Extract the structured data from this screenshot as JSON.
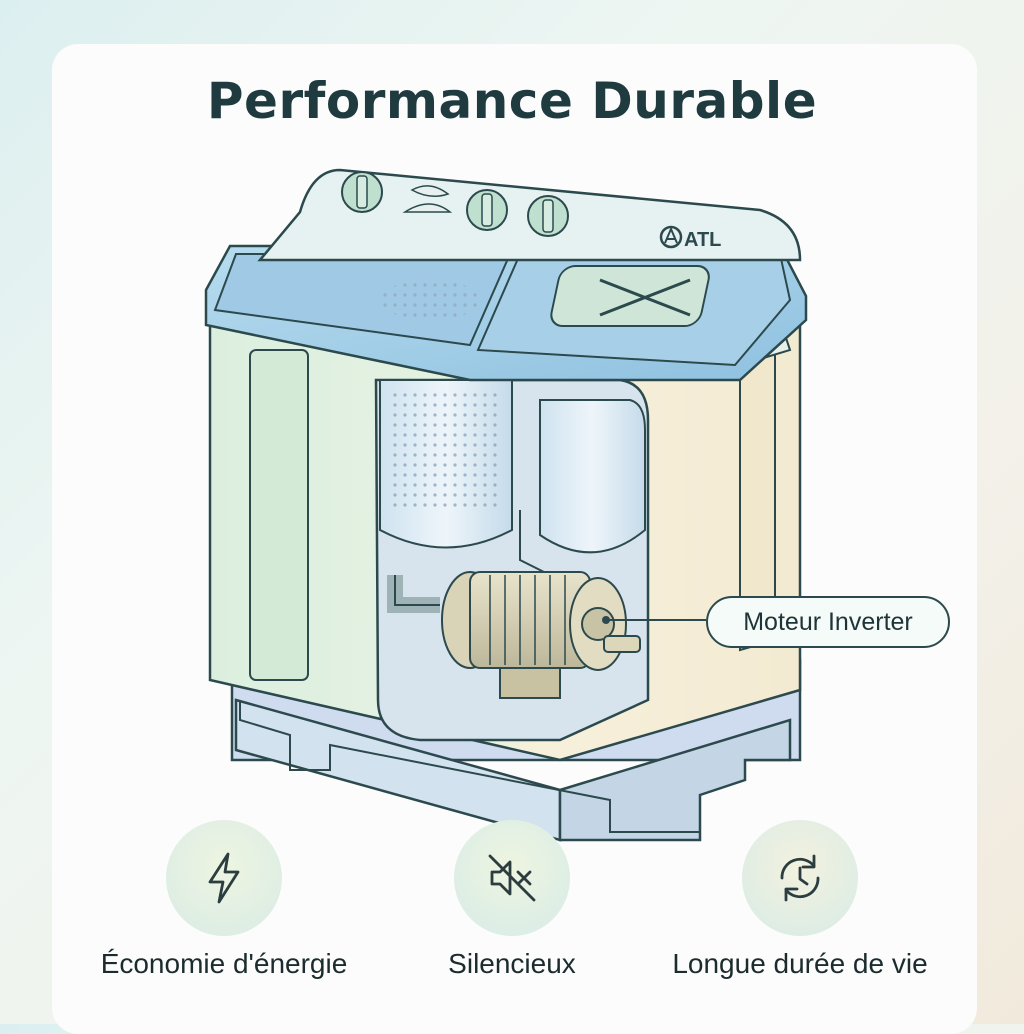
{
  "title": "Performance Durable",
  "brand": "ATL",
  "callout": {
    "label": "Moteur Inverter"
  },
  "features": [
    {
      "icon": "lightning-bolt-icon",
      "label": "Économie d'énergie"
    },
    {
      "icon": "speaker-muted-icon",
      "label": "Silencieux"
    },
    {
      "icon": "clock-cycle-icon",
      "label": "Longue durée de vie"
    }
  ],
  "colors": {
    "title": "#1f3b3f",
    "lid_blue": "#a9cfe6",
    "body_green": "#dff0e0",
    "body_cream": "#f8f1dc",
    "base_blue": "#cfdcf0",
    "outline": "#2c4a4d"
  }
}
